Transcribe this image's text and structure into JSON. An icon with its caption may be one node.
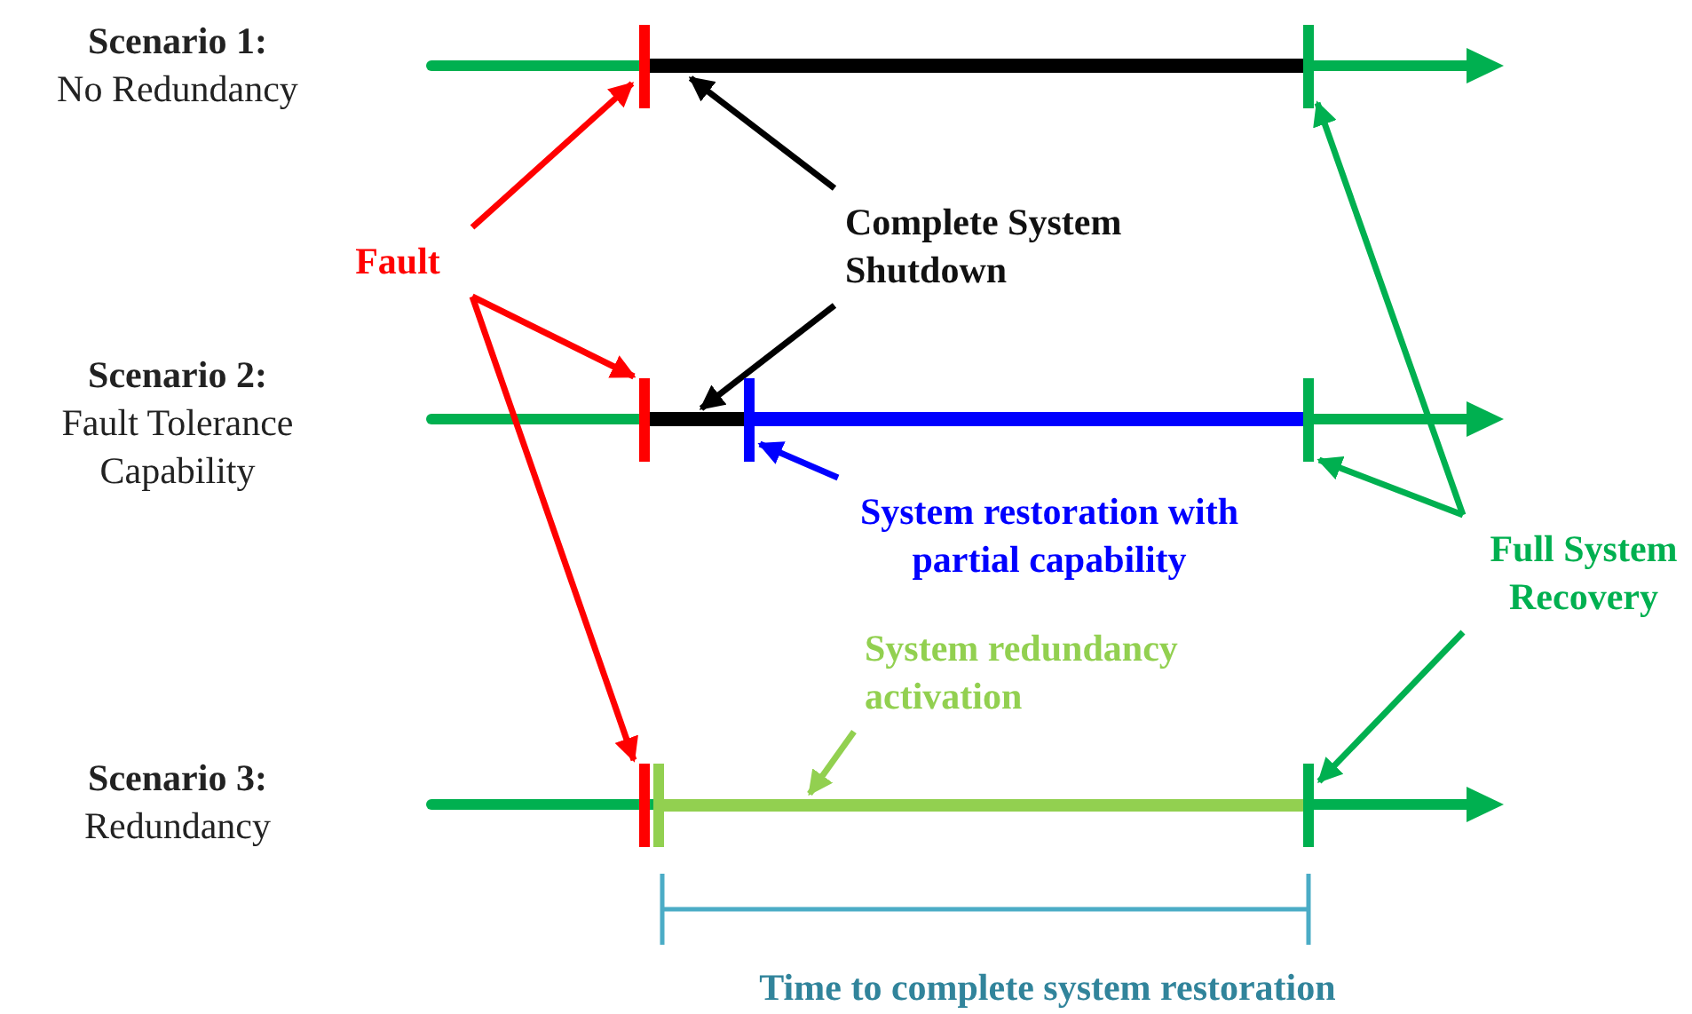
{
  "diagram": {
    "nodes": [
      {
        "text": [
          "Scenario 1:",
          "No Redundancy"
        ]
      },
      {
        "text": [
          "Scenario 2:",
          "Fault Tolerance Capability"
        ]
      },
      {
        "text": [
          "Scenario 3:",
          "Redundancy"
        ]
      },
      {
        "text": [
          "Fault"
        ]
      },
      {
        "text": [
          "Complete System Shutdown"
        ]
      },
      {
        "text": [
          "System restoration with partial capability"
        ]
      },
      {
        "text": [
          "System redundancy activation"
        ]
      },
      {
        "text": [
          "Full System Recovery"
        ]
      },
      {
        "text": [],
        "shape": "bar"
      },
      {
        "text": [],
        "shape": "bar"
      },
      {
        "text": [],
        "shape": "bar"
      },
      {
        "text": [],
        "shape": "bar"
      },
      {
        "text": [],
        "shape": "bar"
      },
      {
        "text": [],
        "shape": "bar"
      },
      {
        "text": [],
        "shape": "bar"
      },
      {
        "text": [],
        "shape": "bar"
      },
      {
        "text": [],
        "shape": "bar"
      },
      {
        "text": [],
        "shape": "bar"
      }
    ],
    "edges": [
      {
        "from": 3,
        "to": 8,
        "arrow": "to",
        "color": "#ff0000"
      },
      {
        "from": 3,
        "to": 11,
        "arrow": "to",
        "color": "#ff0000"
      },
      {
        "from": 3,
        "to": 15,
        "arrow": "to",
        "color": "#ff0000"
      },
      {
        "from": 4,
        "to": 9,
        "arrow": "to",
        "color": "#000000"
      },
      {
        "from": 4,
        "to": 12,
        "arrow": "to",
        "color": "#000000"
      },
      {
        "from": 5,
        "to": 13,
        "arrow": "to",
        "color": "#0000ff"
      },
      {
        "from": 6,
        "to": 16,
        "arrow": "to",
        "color": "#92d050"
      },
      {
        "from": 7,
        "to": 10,
        "arrow": "to",
        "color": "#00b050"
      },
      {
        "from": 7,
        "to": 14,
        "arrow": "to",
        "color": "#00b050"
      },
      {
        "from": 7,
        "to": 17,
        "arrow": "to",
        "color": "#00b050"
      }
    ],
    "labels": [
      "Time to complete system restoration"
    ]
  }
}
